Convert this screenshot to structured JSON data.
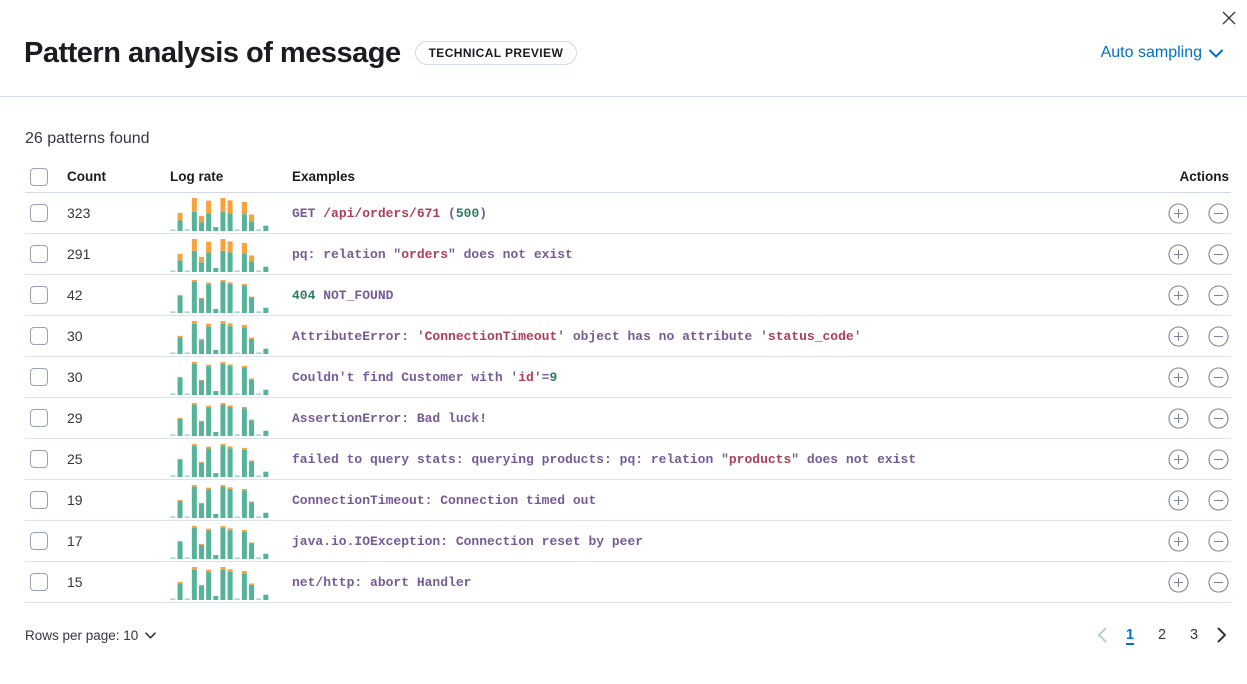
{
  "header": {
    "title": "Pattern analysis of message",
    "badge": "TECHNICAL PREVIEW",
    "sampling_label": "Auto sampling"
  },
  "colors": {
    "link_blue": "#0071c2",
    "token_purple": "#765b96",
    "token_red": "#ad3e57",
    "token_green": "#2f7a60",
    "spark_teal": "#54b399",
    "spark_teal_light": "#a5dacb",
    "spark_orange": "#f9a23c"
  },
  "table": {
    "summary": "26 patterns found",
    "columns": {
      "count": "Count",
      "log_rate": "Log rate",
      "examples": "Examples",
      "actions": "Actions"
    },
    "sparkline": {
      "heights": [
        0.05,
        0.55,
        0.05,
        1.0,
        0.46,
        0.92,
        0.12,
        1.0,
        0.93,
        0.05,
        0.88,
        0.5,
        0.05,
        0.16
      ],
      "orange_bars": [
        1,
        3,
        4,
        5,
        7,
        8,
        10,
        11
      ]
    },
    "rows": [
      {
        "count": "323",
        "spark_orange": 0.42,
        "example": [
          {
            "t": "GET ",
            "c": "token_purple"
          },
          {
            "t": "/api/orders/671",
            "c": "token_red"
          },
          {
            "t": " (",
            "c": "token_purple"
          },
          {
            "t": "500",
            "c": "token_green"
          },
          {
            "t": ")",
            "c": "token_purple"
          }
        ]
      },
      {
        "count": "291",
        "spark_orange": 0.36,
        "example": [
          {
            "t": "pq: relation \"",
            "c": "token_purple"
          },
          {
            "t": "orders",
            "c": "token_red"
          },
          {
            "t": "\" does not exist",
            "c": "token_purple"
          }
        ]
      },
      {
        "count": "42",
        "spark_orange": 0.05,
        "example": [
          {
            "t": "404",
            "c": "token_green"
          },
          {
            "t": " NOT_FOUND",
            "c": "token_purple"
          }
        ]
      },
      {
        "count": "30",
        "spark_orange": 0.09,
        "example": [
          {
            "t": "AttributeError: '",
            "c": "token_purple"
          },
          {
            "t": "ConnectionTimeout",
            "c": "token_red"
          },
          {
            "t": "' object has no attribute '",
            "c": "token_purple"
          },
          {
            "t": "status_code",
            "c": "token_red"
          },
          {
            "t": "'",
            "c": "token_purple"
          }
        ]
      },
      {
        "count": "30",
        "spark_orange": 0.05,
        "example": [
          {
            "t": "Couldn't find Customer with '",
            "c": "token_purple"
          },
          {
            "t": "id",
            "c": "token_red"
          },
          {
            "t": "'=",
            "c": "token_purple"
          },
          {
            "t": "9",
            "c": "token_green"
          }
        ]
      },
      {
        "count": "29",
        "spark_orange": 0.05,
        "example": [
          {
            "t": "AssertionError: Bad luck!",
            "c": "token_purple"
          }
        ]
      },
      {
        "count": "25",
        "spark_orange": 0.06,
        "example": [
          {
            "t": "failed to query stats: querying products: pq: relation \"",
            "c": "token_purple"
          },
          {
            "t": "products",
            "c": "token_red"
          },
          {
            "t": "\" does not exist",
            "c": "token_purple"
          }
        ]
      },
      {
        "count": "19",
        "spark_orange": 0.05,
        "example": [
          {
            "t": "ConnectionTimeout: Connection timed out",
            "c": "token_purple"
          }
        ]
      },
      {
        "count": "17",
        "spark_orange": 0.06,
        "example": [
          {
            "t": "java.io.IOException: Connection reset by peer",
            "c": "token_purple"
          }
        ]
      },
      {
        "count": "15",
        "spark_orange": 0.08,
        "example": [
          {
            "t": "net/http: abort Handler",
            "c": "token_purple"
          }
        ]
      }
    ]
  },
  "footer": {
    "rows_per_page_label": "Rows per page: 10",
    "pagination": {
      "pages": [
        "1",
        "2",
        "3"
      ],
      "active": "1"
    }
  }
}
